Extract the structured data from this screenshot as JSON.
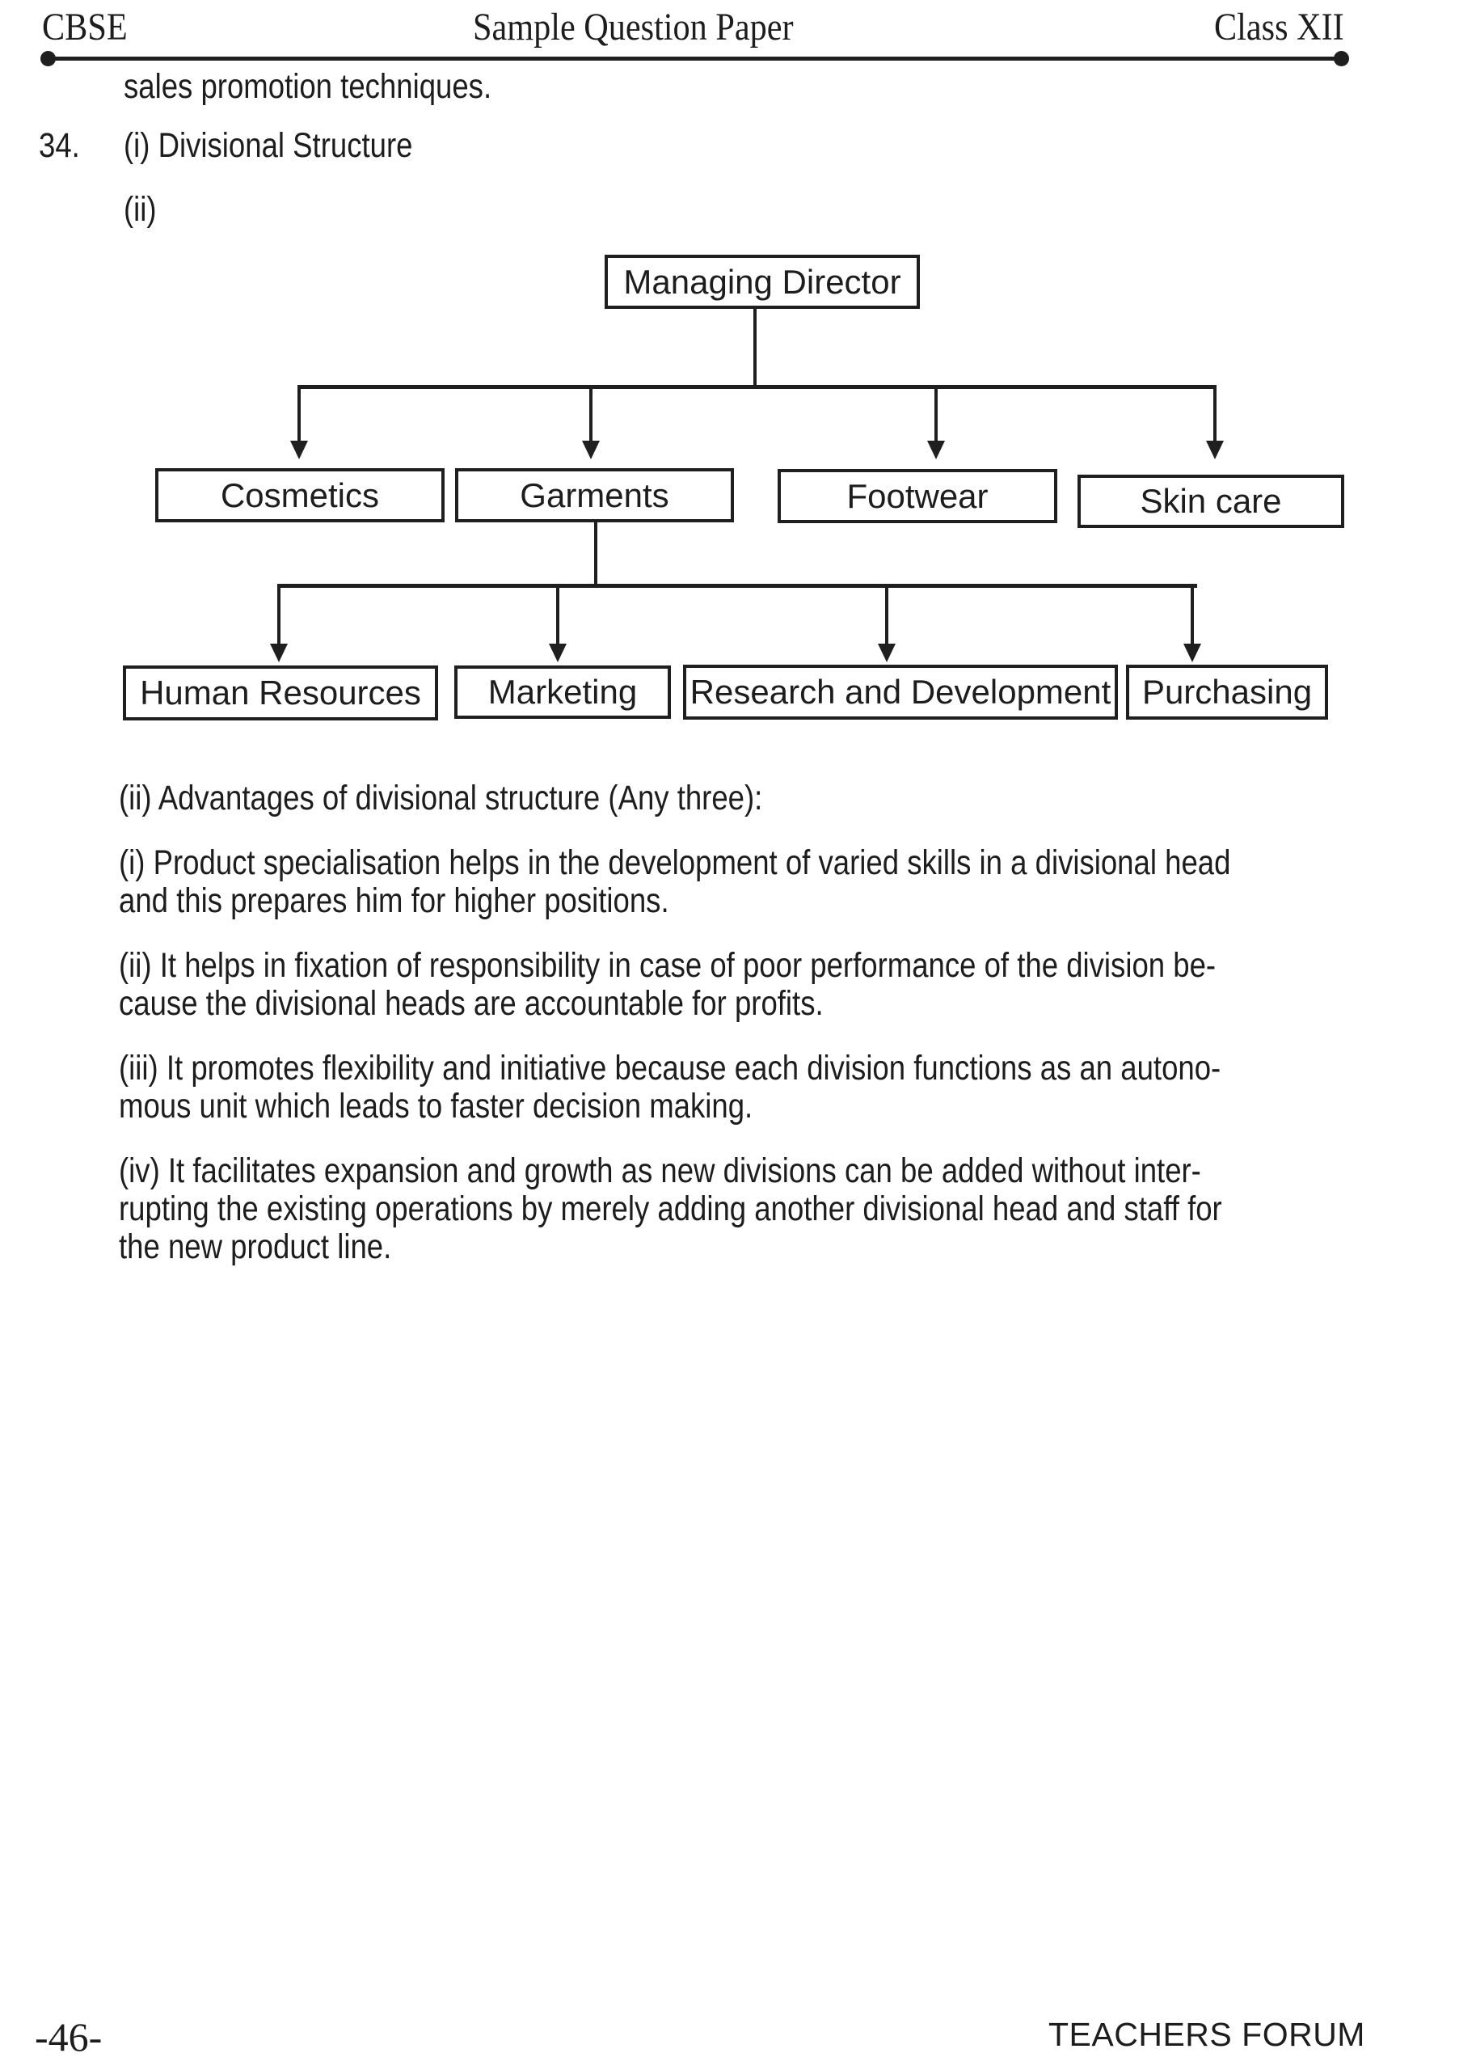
{
  "header": {
    "publisher": "CBSE",
    "document_title": "Sample Question Paper",
    "class_label": "Class XII"
  },
  "question": {
    "carryover_line": "sales promotion techniques.",
    "number": "34.",
    "part_i": "(i) Divisional Structure",
    "part_ii": "(ii)"
  },
  "org_chart": {
    "root": "Managing Director",
    "level1": [
      "Cosmetics",
      "Garments",
      "Footwear",
      "Skin care"
    ],
    "level2_parent": "Garments",
    "level2": [
      "Human Resources",
      "Marketing",
      "Research and Development",
      "Purchasing"
    ]
  },
  "answer": {
    "heading": "(ii) Advantages of divisional structure (Any three):",
    "paragraphs": [
      {
        "lines": [
          "(i) Product specialisation helps in the development of varied skills in a divisional head",
          "and this prepares him for higher positions."
        ]
      },
      {
        "lines": [
          "(ii) It helps in fixation of responsibility in case of poor performance of the division be-",
          "cause the divisional heads are accountable for profits."
        ]
      },
      {
        "lines": [
          "(iii) It promotes flexibility and initiative because each division functions as an autono-",
          "mous unit which leads to faster decision making."
        ]
      },
      {
        "lines": [
          "(iv) It facilitates expansion and growth as new divisions can be added without inter-",
          "rupting the existing operations by merely adding another divisional head and staff for",
          "the new product line."
        ]
      }
    ]
  },
  "footer": {
    "page_number": "-46-",
    "brand": "TEACHERS FORUM"
  }
}
